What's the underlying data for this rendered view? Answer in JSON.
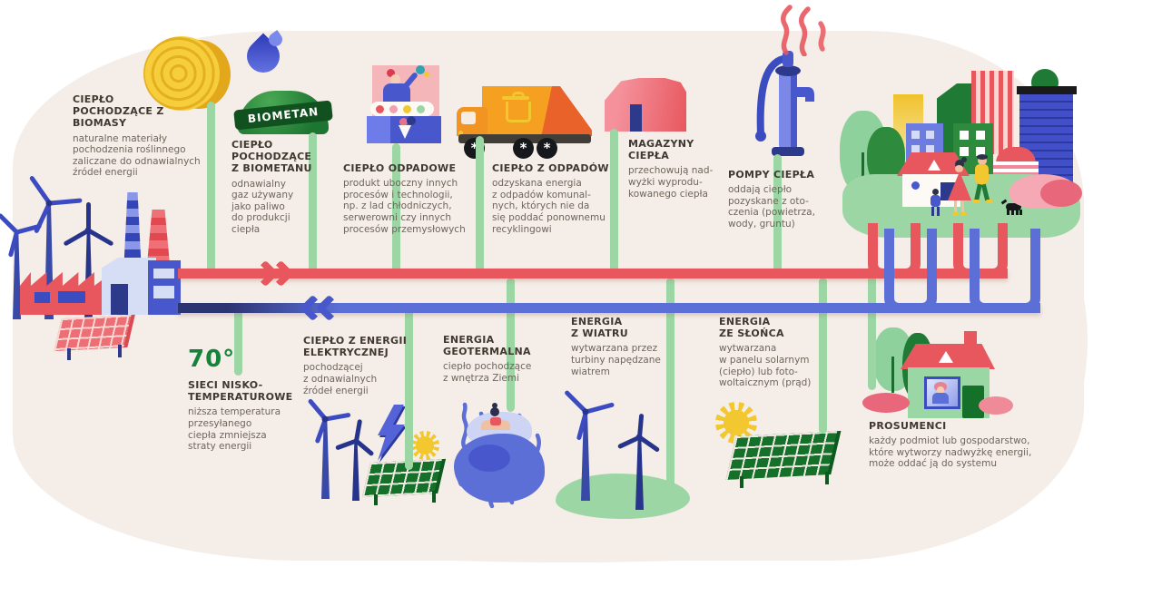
{
  "colors": {
    "background_blob": "#f5ede7",
    "supply_pipe_red": "#e8575e",
    "return_pipe_blue": "#5b6fd6",
    "connector_green": "#9cd6a5",
    "accent_green": "#15833a",
    "heading_text": "#3e382f",
    "body_text": "#6d665b"
  },
  "sources_top": [
    {
      "id": "biomasa",
      "icon": "hay-bale-icon",
      "title": "CIEPŁO\nPOCHODZĄCE Z BIOMASY",
      "desc": "naturalne materiały\npochodzenia roślinnego\nzaliczane do odnawialnych\nźródeł energii"
    },
    {
      "id": "biometan",
      "icon": "gas-flame-icon / biomethane-tank-icon",
      "tank_label": "BIOMETAN",
      "title": "CIEPŁO\nPOCHODZĄCE\nZ BIOMETANU",
      "desc": "odnawialny\ngaz używany\njako paliwo\ndo produkcji\nciepła"
    },
    {
      "id": "odpadowe",
      "icon": "refrigerated-counter-icon",
      "title": "CIEPŁO ODPADOWE",
      "desc": "produkt uboczny innych\nprocesów i technologii,\nnp. z lad chłodniczych,\nserwerowni czy innych\nprocesów przemysłowych"
    },
    {
      "id": "z-odpadow",
      "icon": "garbage-truck-icon",
      "title": "CIEPŁO Z ODPADÓW",
      "desc": "odzyskana energia\nz odpadów komunal-\nnych, których nie da\nsię poddać ponownemu\nrecyklingowi"
    },
    {
      "id": "magazyny",
      "icon": "heat-storage-building-icon",
      "title": "MAGAZYNY\nCIEPŁA",
      "desc": "przechowują nad-\nwyżki wyprodu-\nkowanego ciepła"
    },
    {
      "id": "pompy",
      "icon": "water-pump-icon",
      "title": "POMPY CIEPŁA",
      "desc": "oddają ciepło\npozyskane z oto-\nczenia (powietrza,\nwody, gruntu)"
    }
  ],
  "network": {
    "temperature": "70°",
    "title": "SIECI NISKO-\nTEMPERATUROWE",
    "desc": "niższa temperatura\nprzesyłanego\nciepła zmniejsza\nstraty energii"
  },
  "sources_bottom": [
    {
      "id": "elektryczna",
      "icon": "wind-turbine-icon / lightning-icon / sun-icon / solar-panel-icon",
      "title": "CIEPŁO Z ENERGII\nELEKTRYCZNEJ",
      "desc": "pochodzącej\nz odnawialnych\nźródeł energii"
    },
    {
      "id": "geotermalna",
      "icon": "hot-spring-bather-icon",
      "title": "ENERGIA\nGEOTERMALNA",
      "desc": "ciepło pochodzące\nz wnętrza Ziemi"
    },
    {
      "id": "wiatr",
      "icon": "wind-turbines-icon",
      "title": "ENERGIA\nZ WIATRU",
      "desc": "wytwarzana przez\nturbiny napędzane\nwiatrem"
    },
    {
      "id": "slonce",
      "icon": "sun-icon / solar-panel-icon",
      "title": "ENERGIA\nZE SŁOŃCA",
      "desc": "wytwarzana\nw panelu solarnym\n(ciepło) lub foto-\nwoltaicznym (prąd)"
    }
  ],
  "prosumers": {
    "icon": "house-with-person-icon",
    "title": "PROSUMENCI",
    "desc": "każdy podmiot lub gospodarstwo,\nktóre wytworzy nadwyżkę energii,\nmoże oddać ją do systemu"
  }
}
